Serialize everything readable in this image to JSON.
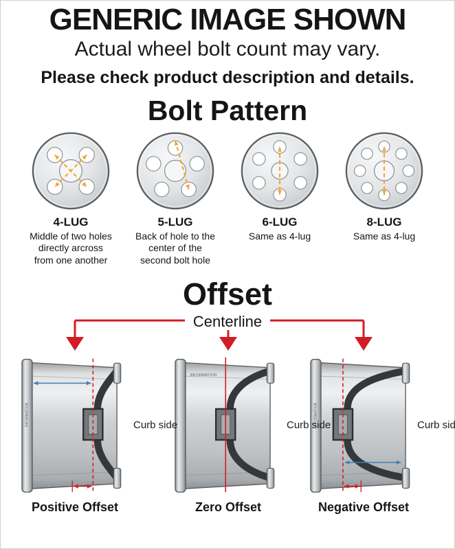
{
  "header": {
    "title": "GENERIC IMAGE SHOWN",
    "subtitle": "Actual wheel bolt count may vary.",
    "note": "Please check product description and details."
  },
  "bolt_pattern": {
    "title": "Bolt Pattern",
    "items": [
      {
        "label": "4-LUG",
        "lugs": 4,
        "description": "Middle of two holes directly arcross from one another"
      },
      {
        "label": "5-LUG",
        "lugs": 5,
        "description": "Back of hole to the center of the second bolt hole"
      },
      {
        "label": "6-LUG",
        "lugs": 6,
        "description": "Same as 4-lug"
      },
      {
        "label": "8-LUG",
        "lugs": 8,
        "description": "Same as 4-lug"
      }
    ]
  },
  "offset": {
    "title": "Offset",
    "centerline_label": "Centerline",
    "curb_side_label": "Curb side",
    "watermark": "INFORMATION",
    "items": [
      {
        "label": "Positive Offset",
        "type": "positive"
      },
      {
        "label": "Zero Offset",
        "type": "zero"
      },
      {
        "label": "Negative Offset",
        "type": "negative"
      }
    ]
  },
  "colors": {
    "red": "#d21d24",
    "orange": "#f2a63b",
    "blue": "#3f7fb5",
    "text": "#151515"
  }
}
